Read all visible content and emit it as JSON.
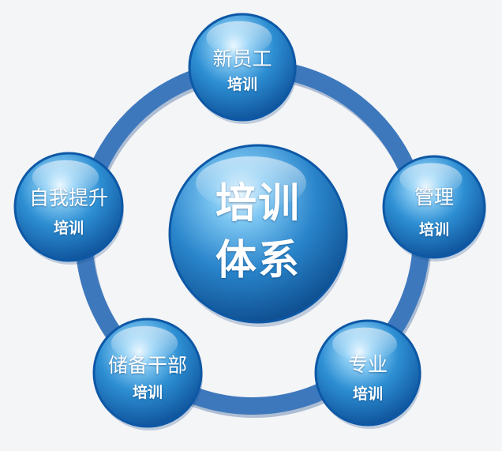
{
  "center": {
    "line1": "培训",
    "line2": "体系"
  },
  "nodes": [
    {
      "title": "新员工",
      "subtitle": "培训"
    },
    {
      "title": "管理",
      "subtitle": "培训"
    },
    {
      "title": "专业",
      "subtitle": "培训"
    },
    {
      "title": "储备干部",
      "subtitle": "培训"
    },
    {
      "title": "自我提升",
      "subtitle": "培训"
    }
  ],
  "colors": {
    "ring": "#3d78bd",
    "ring_shadow": "#27578f",
    "sphere_light": "#cfe9fb",
    "sphere_mid": "#2e8fd3",
    "sphere_dark": "#0b4d96",
    "text": "#ffffff",
    "background": "#f4f5f7"
  }
}
